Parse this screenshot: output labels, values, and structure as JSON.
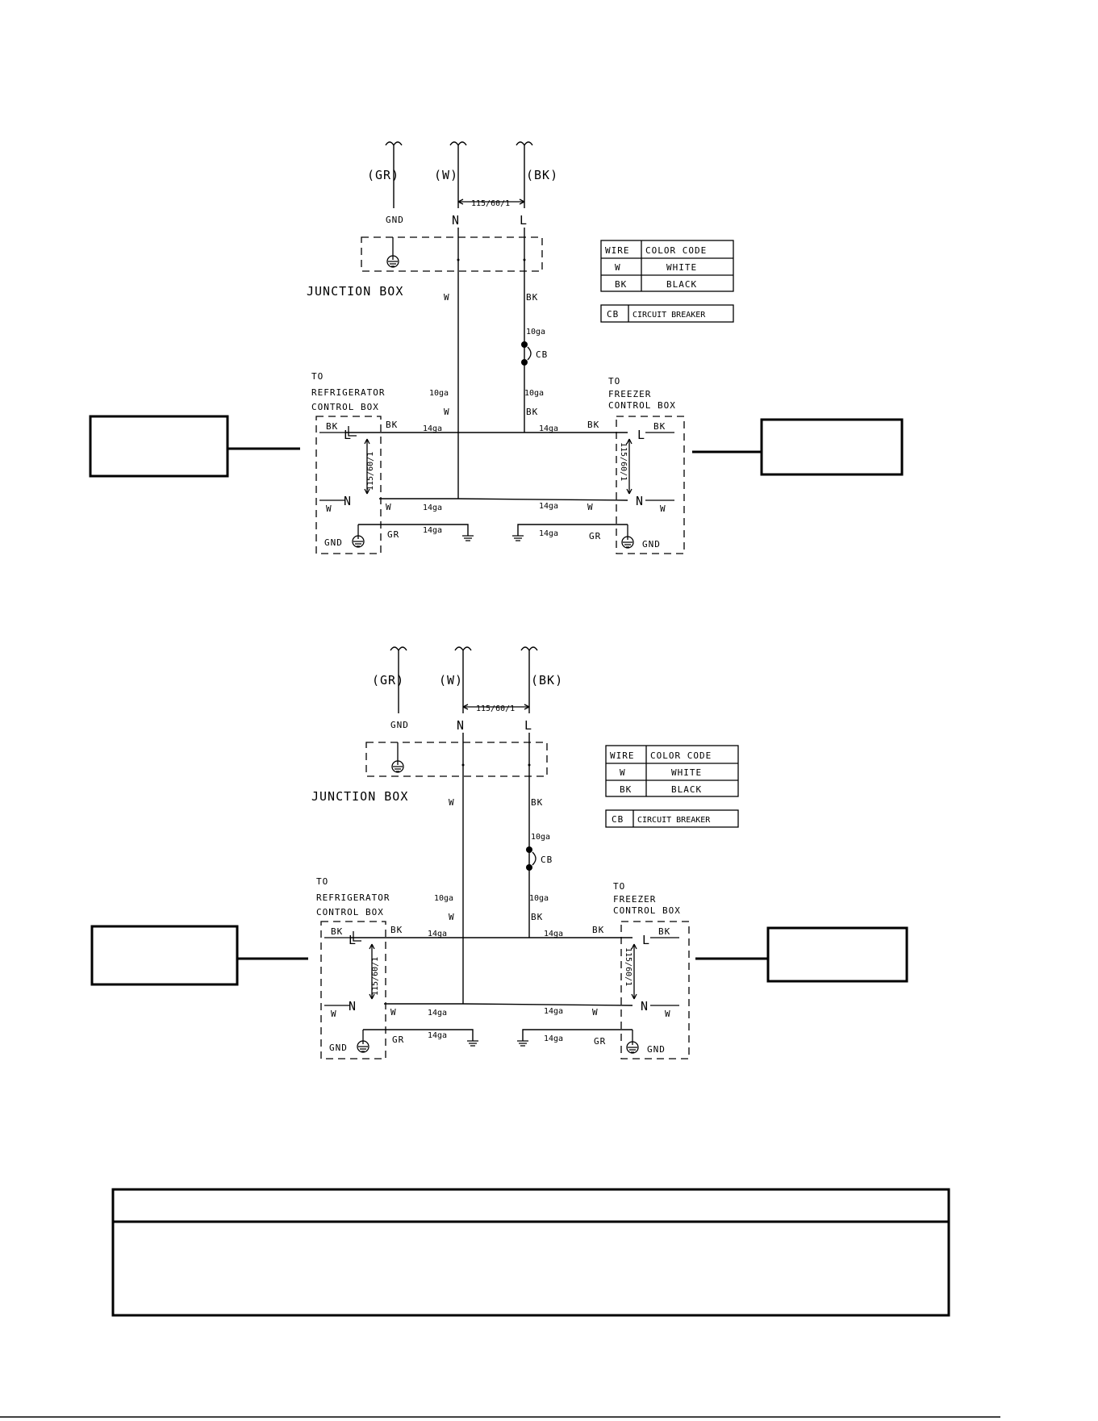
{
  "diagrams": [
    {
      "feed_labels": [
        "(GR)",
        "(W)",
        "(BK)"
      ],
      "voltage": "115/60/1",
      "terminals": [
        "GND",
        "N",
        "L"
      ],
      "junction_box_label": "JUNCTION BOX",
      "wire_w": "W",
      "wire_bk": "BK",
      "gauge_10": "10ga",
      "gauge_14": "14ga",
      "cb_label": "CB",
      "wire_gr": "GR",
      "left_box": {
        "to": "TO",
        "name": "REFRIGERATOR",
        "box": "CONTROL BOX"
      },
      "right_box": {
        "to": "TO",
        "name": "FREEZER",
        "box": "CONTROL BOX"
      },
      "legend": {
        "header": [
          "WIRE",
          "COLOR CODE"
        ],
        "rows": [
          [
            "W",
            "WHITE"
          ],
          [
            "BK",
            "BLACK"
          ]
        ],
        "cb_row": [
          "CB",
          "CIRCUIT BREAKER"
        ]
      }
    },
    {
      "feed_labels": [
        "(GR)",
        "(W)",
        "(BK)"
      ],
      "voltage": "115/60/1",
      "terminals": [
        "GND",
        "N",
        "L"
      ],
      "junction_box_label": "JUNCTION BOX",
      "wire_w": "W",
      "wire_bk": "BK",
      "gauge_10": "10ga",
      "gauge_14": "14ga",
      "cb_label": "CB",
      "wire_gr": "GR",
      "left_box": {
        "to": "TO",
        "name": "REFRIGERATOR",
        "box": "CONTROL BOX"
      },
      "right_box": {
        "to": "TO",
        "name": "FREEZER",
        "box": "CONTROL BOX"
      },
      "legend": {
        "header": [
          "WIRE",
          "COLOR CODE"
        ],
        "rows": [
          [
            "W",
            "WHITE"
          ],
          [
            "BK",
            "BLACK"
          ]
        ],
        "cb_row": [
          "CB",
          "CIRCUIT BREAKER"
        ]
      }
    }
  ]
}
